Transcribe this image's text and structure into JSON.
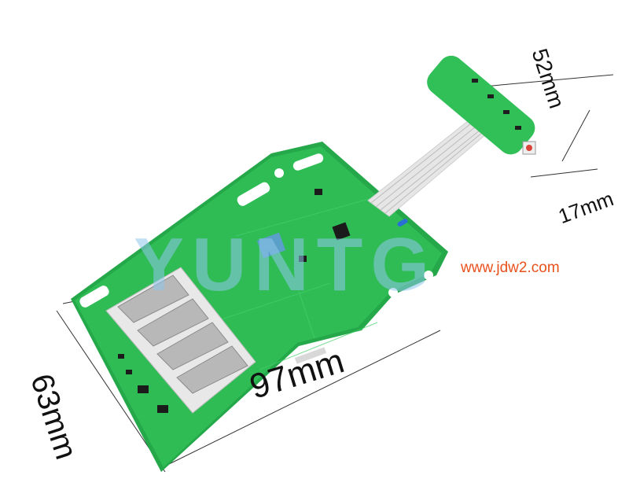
{
  "dimensions": {
    "length": "97mm",
    "width": "63mm",
    "small_board_length": "52mm",
    "small_board_width": "17mm"
  },
  "website": "www.jdw2.com",
  "watermark": "YUNTG",
  "colors": {
    "pcb_green": "#27b14e",
    "pcb_light": "#35c65d",
    "ribbon": "#e6e6e6",
    "terminal": "#cfcfcf",
    "url_orange": "#e8511c",
    "button_red": "#d8443a"
  }
}
